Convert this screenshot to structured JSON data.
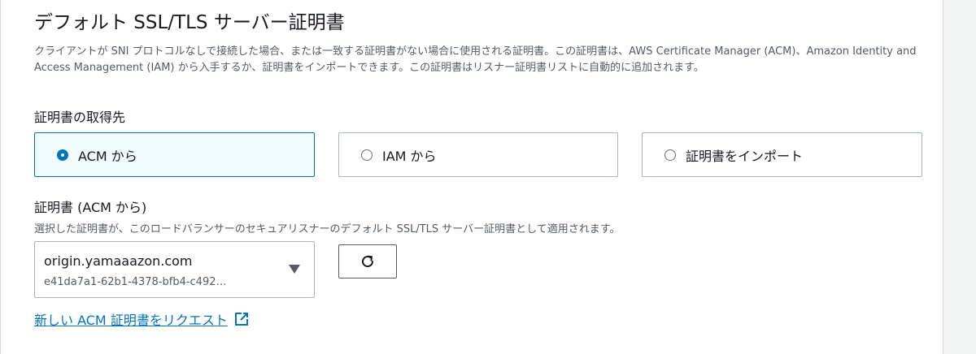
{
  "section": {
    "title": "デフォルト SSL/TLS サーバー証明書",
    "description": "クライアントが SNI プロトコルなしで接続した場合、または一致する証明書がない場合に使用される証明書。この証明書は、AWS Certificate Manager (ACM)、Amazon Identity and Access Management (IAM) から入手するか、証明書をインポートできます。この証明書はリスナー証明書リストに自動的に追加されます。"
  },
  "source": {
    "label": "証明書の取得先",
    "options": [
      {
        "label": "ACM から",
        "selected": true
      },
      {
        "label": "IAM から",
        "selected": false
      },
      {
        "label": "証明書をインポート",
        "selected": false
      }
    ]
  },
  "certificate": {
    "label": "証明書 (ACM から)",
    "description": "選択した証明書が、このロードバランサーのセキュアリスナーのデフォルト SSL/TLS サーバー証明書として適用されます。",
    "selected_value": "origin.yamaaazon.com",
    "selected_id": "e41da7a1-62b1-4378-bfb4-c492…",
    "refresh_icon": "refresh-icon"
  },
  "request_link": {
    "label": "新しい ACM 証明書をリクエスト",
    "icon": "external-link-icon"
  },
  "colors": {
    "accent": "#0073bb",
    "selected_bg": "#f1faff",
    "border": "#aab7b8"
  }
}
